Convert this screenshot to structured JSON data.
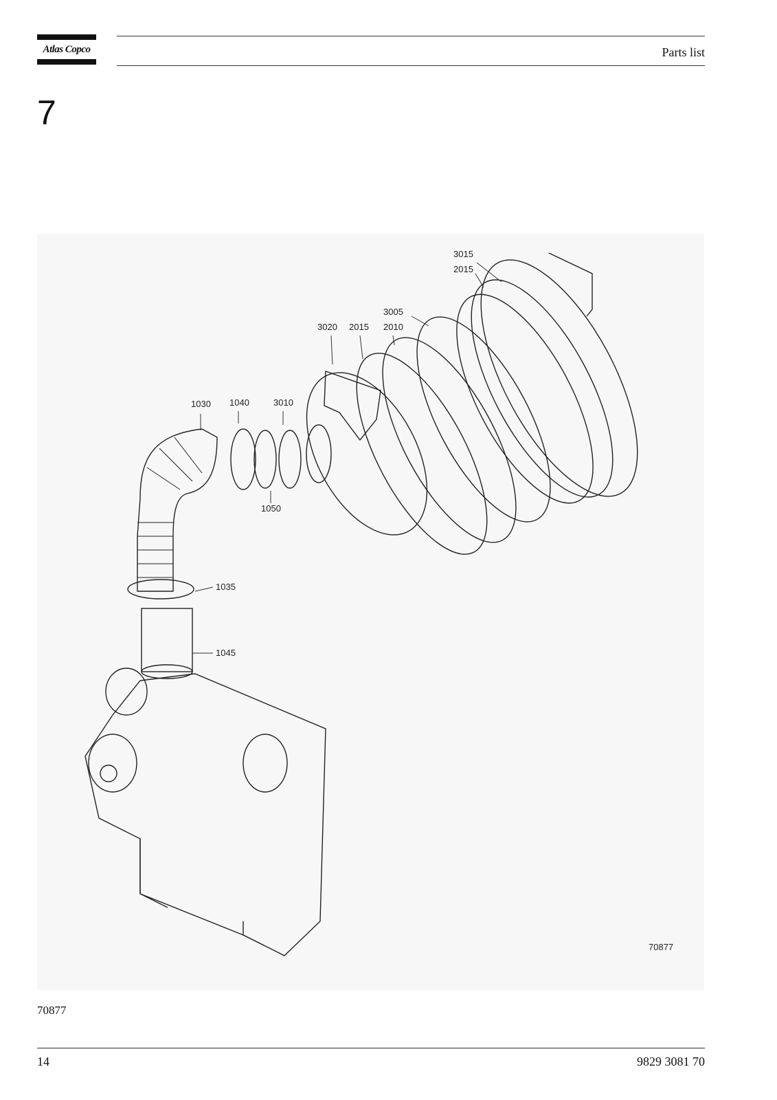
{
  "brand": {
    "name": "Atlas Copco"
  },
  "header": {
    "section": "Parts list"
  },
  "chapter": {
    "number": "7"
  },
  "figure": {
    "id_in_drawing": "70877",
    "caption_id": "70877",
    "callouts": {
      "c3015": "3015",
      "c2015a": "2015",
      "c3005": "3005",
      "c3020": "3020",
      "c2015b": "2015",
      "c2010": "2010",
      "c1030": "1030",
      "c1040": "1040",
      "c3010": "3010",
      "c1050": "1050",
      "c1035": "1035",
      "c1045": "1045"
    }
  },
  "footer": {
    "page": "14",
    "doc_number": "9829 3081 70"
  }
}
